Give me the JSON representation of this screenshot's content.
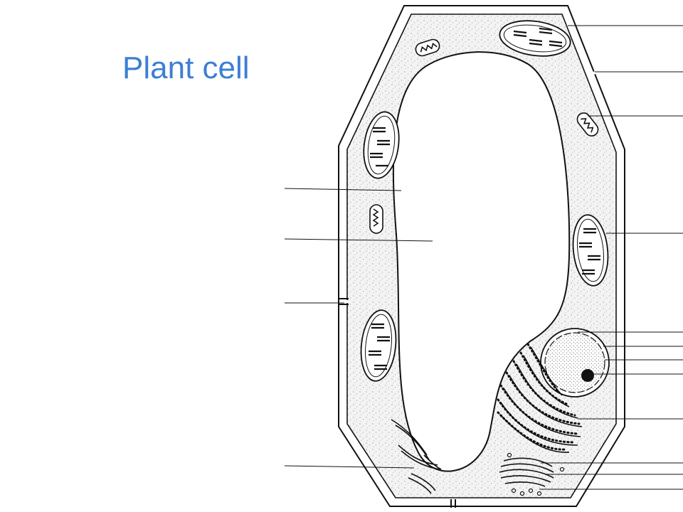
{
  "title": "Plant cell",
  "colors": {
    "title": "#3c7fd4",
    "ink": "#111111",
    "cytoplasm": "#ececec",
    "vacuole": "#ffffff",
    "page": "#ffffff"
  },
  "icons": [
    "cell-wall",
    "cell-membrane",
    "vacuole",
    "chloroplast",
    "mitochondrion",
    "nucleus",
    "nucleolus",
    "rough-endoplasmic-reticulum",
    "smooth-endoplasmic-reticulum",
    "golgi-apparatus",
    "plasmodesma"
  ]
}
